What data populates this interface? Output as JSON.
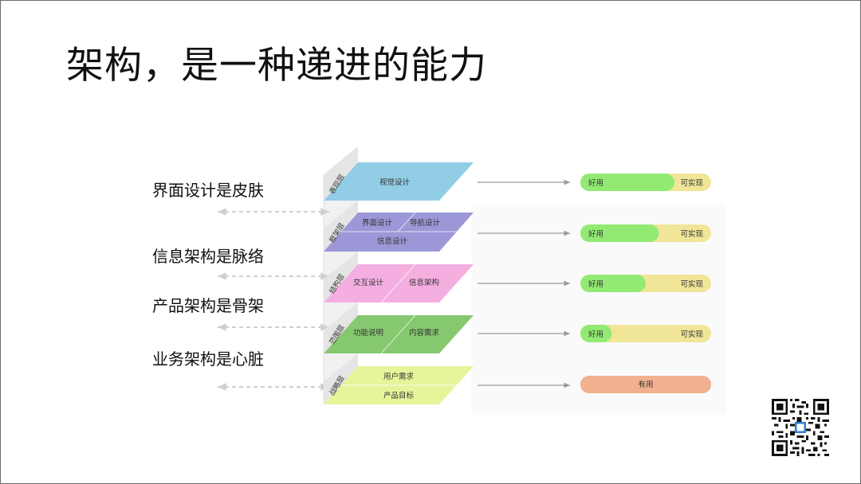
{
  "slide": {
    "title": "架构，是一种递进的能力",
    "left_labels": [
      "界面设计是皮肤",
      "信息架构是脉络",
      "产品架构是骨架",
      "业务架构是心脏"
    ]
  },
  "layers": [
    {
      "tag": "表现层",
      "color": "#92cde6",
      "items": [
        "视觉设计"
      ]
    },
    {
      "tag": "框架层",
      "color": "#9c98d8",
      "items": [
        "界面设计",
        "导航设计",
        "信息设计"
      ]
    },
    {
      "tag": "结构层",
      "color": "#f4aee0",
      "items": [
        "交互设计",
        "信息架构"
      ]
    },
    {
      "tag": "范围层",
      "color": "#86c86f",
      "items": [
        "功能说明",
        "内容需求"
      ]
    },
    {
      "tag": "战略层",
      "color": "#e4f59a",
      "items": [
        "用户需求",
        "产品目标"
      ]
    }
  ],
  "bars": [
    {
      "left": "好用",
      "right": "可实现",
      "ratio": 0.72,
      "left_color": "#92ea73",
      "right_color": "#f1e598"
    },
    {
      "left": "好用",
      "right": "可实现",
      "ratio": 0.6,
      "left_color": "#92ea73",
      "right_color": "#f1e598"
    },
    {
      "left": "好用",
      "right": "可实现",
      "ratio": 0.5,
      "left_color": "#92ea73",
      "right_color": "#f1e598"
    },
    {
      "left": "好用",
      "right": "可实现",
      "ratio": 0.24,
      "left_color": "#92ea73",
      "right_color": "#f1e598"
    },
    {
      "left": "有用",
      "right": "",
      "ratio": 1.0,
      "left_color": "#f1b08f",
      "right_color": "#f1b08f"
    }
  ]
}
